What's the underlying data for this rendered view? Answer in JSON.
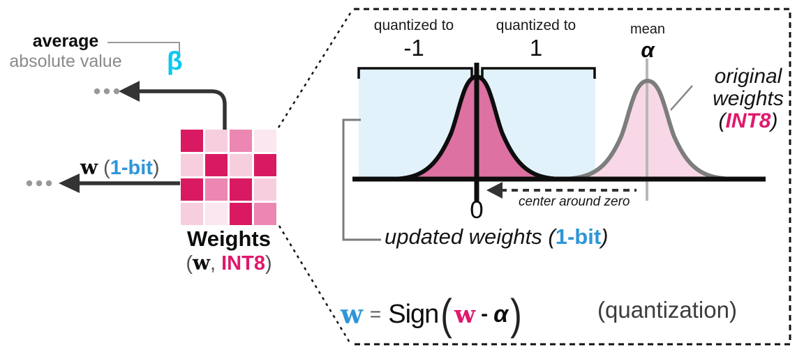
{
  "left_panel": {
    "average_label": {
      "line1": "average",
      "line2": "absolute value"
    },
    "beta_symbol": "β",
    "connector_icon": "elbow-line-icon",
    "beta_arrow_icon": "left-arrow-icon",
    "w_arrow_label": {
      "w": "w",
      "open": "(",
      "bits": "1-bit",
      "close": ")"
    },
    "w_arrow_icon": "left-arrow-icon",
    "ellipsis_icon": "three-dots-icon",
    "matrix": {
      "title": "Weights",
      "subtitle": {
        "open": "(",
        "w": "w",
        "comma": ", ",
        "int8": "INT8",
        "close": ")"
      },
      "rows": 4,
      "cols": 4,
      "cells": [
        [
          "dark",
          "light",
          "medium",
          "lightest"
        ],
        [
          "light",
          "dark",
          "light",
          "dark"
        ],
        [
          "dark",
          "medium",
          "dark",
          "light"
        ],
        [
          "light",
          "lightest",
          "dark",
          "medium"
        ]
      ],
      "palette": {
        "dark": "#D91A62",
        "medium": "#EB87B2",
        "light": "#F7CEDE",
        "lightest": "#FBE7F0"
      }
    }
  },
  "zoom_panel": {
    "bracket_left": {
      "label": "quantized to",
      "value": "-1"
    },
    "bracket_right": {
      "label": "quantized to",
      "value": "1"
    },
    "mean": {
      "label": "mean",
      "symbol": "α"
    },
    "original_weights": {
      "line1": "original",
      "line2": "weights",
      "open": "(",
      "int8": "INT8",
      "close": ")"
    },
    "zero_label": "0",
    "center_arrow_label": "center around zero",
    "updated_weights": {
      "prefix": "updated weights (",
      "bits": "1-bit",
      "suffix": ")"
    },
    "formula": {
      "w_out": "w",
      "equals": "=",
      "sign": "Sign",
      "open_paren": "(",
      "w_in": "w",
      "minus": "-",
      "alpha": "α",
      "close_paren": ")",
      "note": "(quantization)"
    }
  },
  "colors": {
    "accent_cyan": "#0BC8F0",
    "accent_blue": "#2E96D8",
    "accent_magenta": "#E0186C",
    "curve_left_fill": "#DC71A2",
    "curve_right_fill": "#F7D3E2",
    "curve_right_stroke": "#7D7D7D",
    "region_blue": "#E2F2FB"
  }
}
